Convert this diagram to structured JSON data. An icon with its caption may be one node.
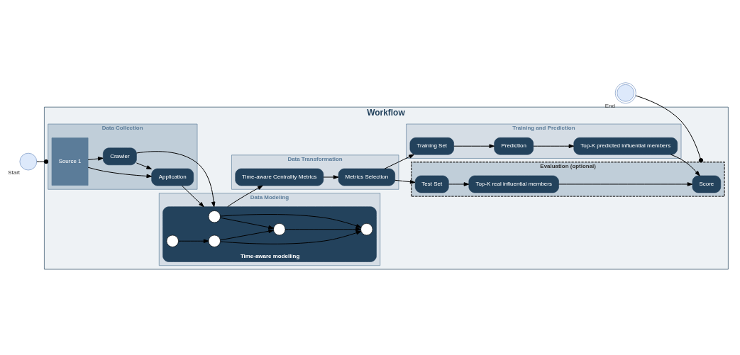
{
  "diagram": {
    "nodes": [
      {
        "text": [
          "Workflow"
        ]
      },
      {
        "text": [
          "Data Collection"
        ],
        "in": 0
      },
      {
        "text": [
          "Data Modeling"
        ],
        "in": 0
      },
      {
        "text": [
          "Data Transformation"
        ],
        "in": 0
      },
      {
        "text": [
          "Evaluation (optional)"
        ],
        "in": 0
      },
      {
        "text": [
          "Training and Prediction"
        ],
        "in": 0
      },
      {
        "text": [],
        "shape": "circle",
        "beside": [
          "Start"
        ]
      },
      {
        "text": [
          "Source 1"
        ],
        "in": 1
      },
      {
        "text": [
          "Crawler"
        ],
        "in": 1
      },
      {
        "text": [
          "Application"
        ],
        "in": 1
      },
      {
        "text": [
          "Time-aware modelling"
        ],
        "in": 2
      },
      {
        "text": [],
        "shape": "circle",
        "in": 10
      },
      {
        "text": [],
        "shape": "circle",
        "in": 10
      },
      {
        "text": [],
        "shape": "circle",
        "in": 10
      },
      {
        "text": [],
        "shape": "circle",
        "in": 10
      },
      {
        "text": [],
        "shape": "circle",
        "in": 10
      },
      {
        "text": [
          "Time-aware Centrality Metrics"
        ],
        "in": 3
      },
      {
        "text": [
          "Metrics Selection"
        ],
        "in": 3
      },
      {
        "text": [
          "Score"
        ],
        "in": 4
      },
      {
        "text": [
          "Top-K real influential members"
        ],
        "in": 4
      },
      {
        "text": [
          "Test Set"
        ],
        "in": 4
      },
      {
        "text": [
          "Top-K predicted influential members"
        ],
        "in": 5
      },
      {
        "text": [
          "Training Set"
        ],
        "in": 5
      },
      {
        "text": [
          "Prediction"
        ],
        "in": 5
      },
      {
        "text": [],
        "shape": "circle",
        "beside": [
          "End"
        ]
      }
    ],
    "edges": [
      {
        "from": 6,
        "to": 1,
        "arrow": "other"
      },
      {
        "from": 7,
        "to": 8,
        "arrow": "to"
      },
      {
        "from": 7,
        "to": 9,
        "arrow": "to"
      },
      {
        "from": 8,
        "to": 9,
        "arrow": "to"
      },
      {
        "from": 8,
        "to": 10,
        "arrow": "to"
      },
      {
        "from": 9,
        "to": 10,
        "arrow": "to"
      },
      {
        "from": 11,
        "to": 12,
        "arrow": "to"
      },
      {
        "from": 11,
        "to": 13,
        "arrow": "to"
      },
      {
        "from": 12,
        "to": 13,
        "arrow": "to"
      },
      {
        "from": 14,
        "to": 12,
        "arrow": "to"
      },
      {
        "from": 14,
        "to": 13,
        "arrow": "to"
      },
      {
        "from": 15,
        "to": 14,
        "arrow": "to"
      },
      {
        "from": 10,
        "to": 16,
        "arrow": "to"
      },
      {
        "from": 16,
        "to": 17,
        "arrow": "to"
      },
      {
        "from": 17,
        "to": 22,
        "arrow": "to"
      },
      {
        "from": 17,
        "to": 20,
        "arrow": "to"
      },
      {
        "from": 22,
        "to": 23,
        "arrow": "to"
      },
      {
        "from": 23,
        "to": 21,
        "arrow": "to"
      },
      {
        "from": 21,
        "to": 18,
        "arrow": "to"
      },
      {
        "from": 19,
        "to": 18,
        "arrow": "to"
      },
      {
        "from": 20,
        "to": 19,
        "arrow": "to"
      },
      {
        "from": 24,
        "to": 4,
        "arrow": "other"
      }
    ]
  }
}
